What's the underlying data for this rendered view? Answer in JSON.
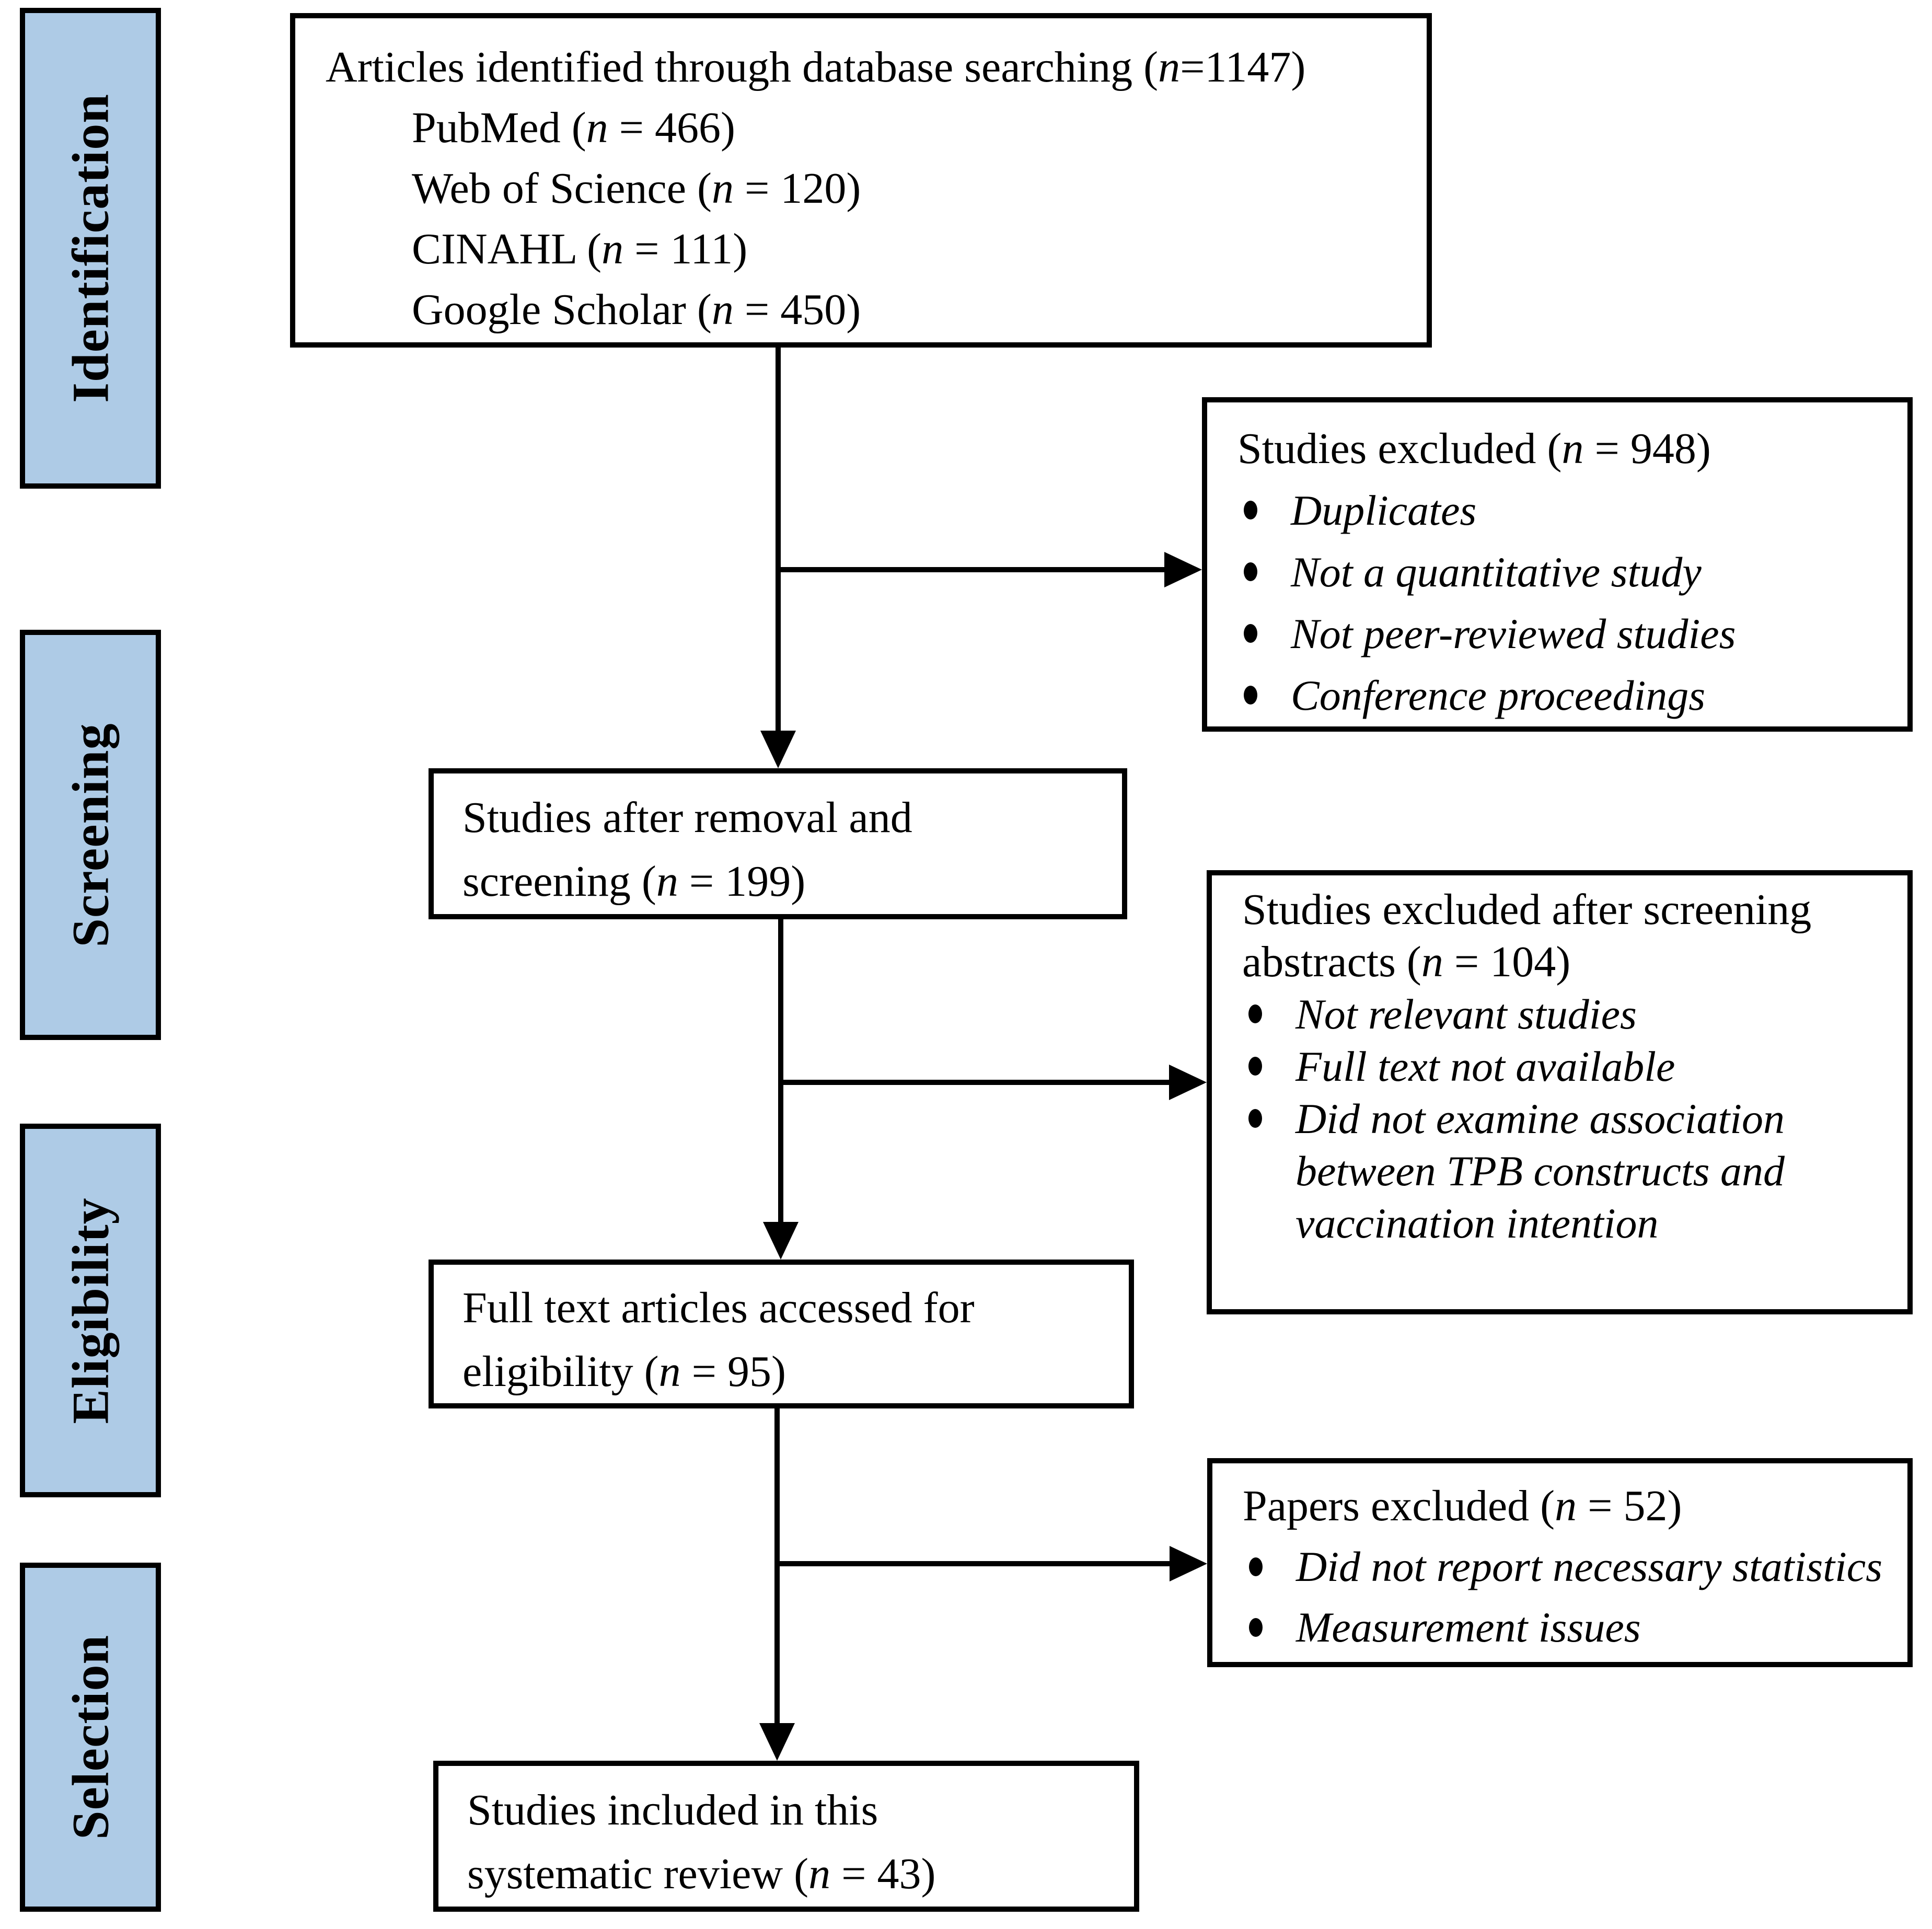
{
  "flow": {
    "stage_fill": "#AECBE6",
    "ink": "#000000",
    "stages": [
      "Identification",
      "Screening",
      "Eligibility",
      "Selection"
    ],
    "identified": {
      "lines": [
        [
          {
            "t": "Articles identified through database searching ("
          },
          {
            "t": "n",
            "i": 1
          },
          {
            "t": "=1147)"
          }
        ],
        [
          {
            "t": "PubMed ("
          },
          {
            "t": "n",
            "i": 1
          },
          {
            "t": " = 466)"
          }
        ],
        [
          {
            "t": "Web of Science ("
          },
          {
            "t": "n",
            "i": 1
          },
          {
            "t": " = 120)"
          }
        ],
        [
          {
            "t": "CINAHL ("
          },
          {
            "t": "n",
            "i": 1
          },
          {
            "t": " = 111)"
          }
        ],
        [
          {
            "t": "Google Scholar ("
          },
          {
            "t": "n",
            "i": 1
          },
          {
            "t": " = 450)"
          }
        ]
      ]
    },
    "screened": {
      "lines": [
        [
          {
            "t": "Studies after removal and"
          }
        ],
        [
          {
            "t": "screening ("
          },
          {
            "t": "n",
            "i": 1
          },
          {
            "t": " = 199)"
          }
        ]
      ]
    },
    "fulltext": {
      "lines": [
        [
          {
            "t": "Full text articles accessed for"
          }
        ],
        [
          {
            "t": "eligibility ("
          },
          {
            "t": "n",
            "i": 1
          },
          {
            "t": " = 95)"
          }
        ]
      ]
    },
    "included": {
      "lines": [
        [
          {
            "t": "Studies included in this"
          }
        ],
        [
          {
            "t": "systematic review ("
          },
          {
            "t": "n",
            "i": 1
          },
          {
            "t": " = 43)"
          }
        ]
      ]
    },
    "excluded1": {
      "heading": [
        [
          {
            "t": "Studies excluded ("
          },
          {
            "t": "n",
            "i": 1
          },
          {
            "t": " = 948)"
          }
        ]
      ],
      "bullets": [
        "Duplicates",
        "Not a quantitative study",
        "Not peer-reviewed studies",
        "Conference proceedings"
      ]
    },
    "excluded2": {
      "heading": [
        [
          {
            "t": "Studies excluded after screening"
          }
        ],
        [
          {
            "t": "abstracts ("
          },
          {
            "t": "n",
            "i": 1
          },
          {
            "t": " = 104)"
          }
        ]
      ],
      "bullets": [
        "Not relevant studies",
        "Full text not available",
        "Did not examine association between TPB constructs and vaccination intention"
      ]
    },
    "excluded3": {
      "heading": [
        [
          {
            "t": "Papers excluded ("
          },
          {
            "t": "n",
            "i": 1
          },
          {
            "t": " = 52)"
          }
        ]
      ],
      "bullets": [
        "Did not report necessary statistics",
        "Measurement issues"
      ]
    }
  }
}
